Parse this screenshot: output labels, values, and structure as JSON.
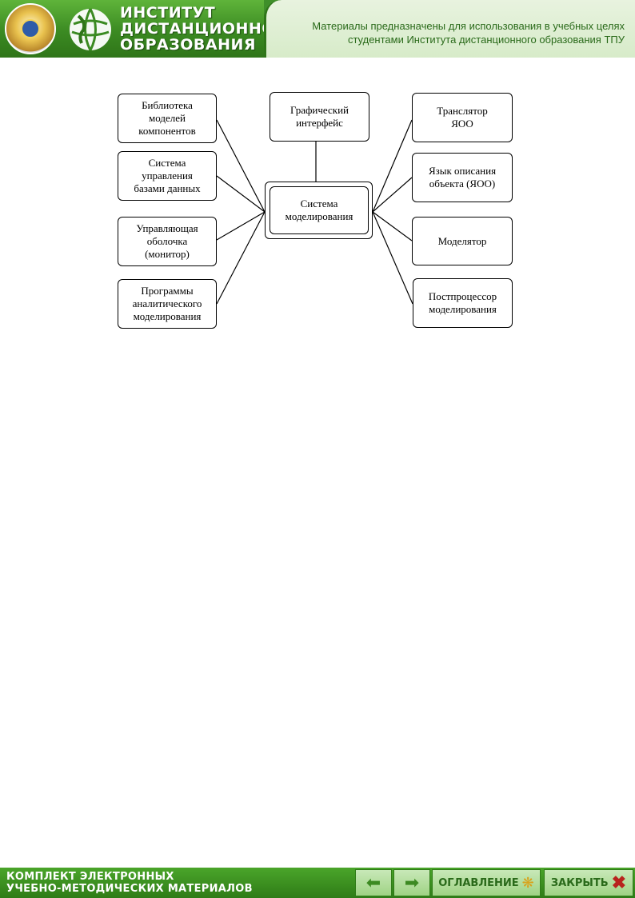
{
  "header": {
    "institute_title": "ИНСТИТУТ ДИСТАНЦИОННОГО ОБРАЗОВАНИЯ",
    "notice_line1": "Материалы предназначены для использования в учебных целях",
    "notice_line2": "студентами Института дистанционного образования ТПУ"
  },
  "diagram": {
    "center": "Система моделирования",
    "top": "Графический интерфейс",
    "left": [
      "Библиотека\nмоделей\nкомпонентов",
      "Система\nуправления\nбазами данных",
      "Управляющая\nоболочка\n(монитор)",
      "Программы\nаналитического\nмоделирования"
    ],
    "right": [
      "Транслятор\nЯОО",
      "Язык описания\nобъекта (ЯОО)",
      "Моделятор",
      "Постпроцессор\nмоделирования"
    ]
  },
  "footer": {
    "title_line1": "КОМПЛЕКТ ЭЛЕКТРОННЫХ",
    "title_line2": "УЧЕБНО-МЕТОДИЧЕСКИХ МАТЕРИАЛОВ",
    "contents_label": "ОГЛАВЛЕНИЕ",
    "close_label": "ЗАКРЫТЬ"
  }
}
